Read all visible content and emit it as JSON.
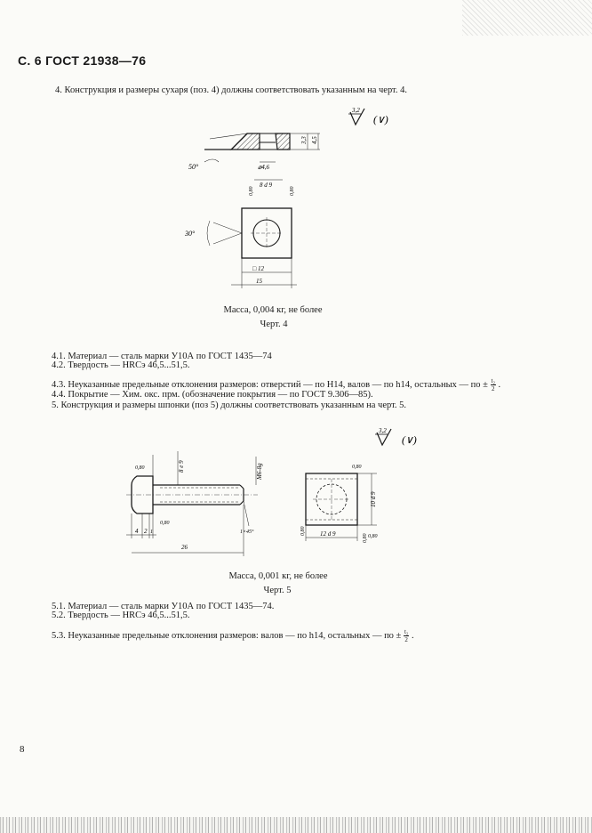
{
  "header": {
    "text": "С. 6 ГОСТ 21938—76"
  },
  "page_number": "8",
  "section4": {
    "intro": "4. Конструкция и размеры   сухаря (поз. 4) должны соответствовать указанным на черт. 4.",
    "roughness": "3,2",
    "roughness_suffix": "(∨)",
    "drawing_labels": {
      "angle_top": "50°",
      "dim_33": "3,3",
      "dim_45": "4,5",
      "dim_dia46": "⌀4,6",
      "dim_d9": "8 d 9",
      "chamfer_left": "0,80",
      "chamfer_right": "0,80",
      "angle_view": "30°",
      "square": "□ 12",
      "width": "15"
    },
    "mass": "Масса, 0,004 кг, не более",
    "caption": "Черт. 4",
    "item_4_1": "4.1. Материал — сталь марки У10А по ГОСТ 1435—74",
    "item_4_2": "4.2. Твердость — HRCэ 46,5...51,5.",
    "item_4_3": "4.3. Неуказанные предельные отклонения   размеров: отверстий — по H14, валов — по h14, остальных — по ±",
    "item_4_3_frac_num": "t₂",
    "item_4_3_frac_den": "2",
    "item_4_3_end": ".",
    "item_4_4": "4.4. Покрытие — Хим. окс. прм. (обозначение покрытия — по ГОСТ 9.306—85)."
  },
  "section5": {
    "intro": "5. Конструкция и размеры шпонки (поз 5) должны соответствовать указанным на черт. 5.",
    "roughness": "3,2",
    "roughness_suffix": "(∨)",
    "drawing_labels": {
      "chamfer_top": "0,80",
      "dim_8e9": "8 e 9",
      "dim_m6": "M6-8g",
      "chamfer_bottom": "0,80",
      "chamfer_45": "1×45°",
      "dim_4": "4",
      "dim_2": "2",
      "dim_1": "1",
      "length": "26",
      "chamfer_side_top": "0,80",
      "dim_10d9": "10 d 9",
      "dim_12d9": "12 d 9",
      "chamfer_side_left": "0,80",
      "chamfer_side_right": "0,80",
      "chamfer_side_br": "0,80"
    },
    "mass": "Масса, 0,001 кг, не более",
    "caption": "Черт. 5",
    "item_5_1": "5.1. Материал — сталь марки У10А по ГОСТ 1435—74.",
    "item_5_2": "5.2. Твердость — HRCэ 46,5...51,5.",
    "item_5_3": "5.3. Неуказанные предельные отклонения   размеров: валов — по h14, остальных — по ±",
    "item_5_3_frac_num": "t₂",
    "item_5_3_frac_den": "2",
    "item_5_3_end": "."
  }
}
